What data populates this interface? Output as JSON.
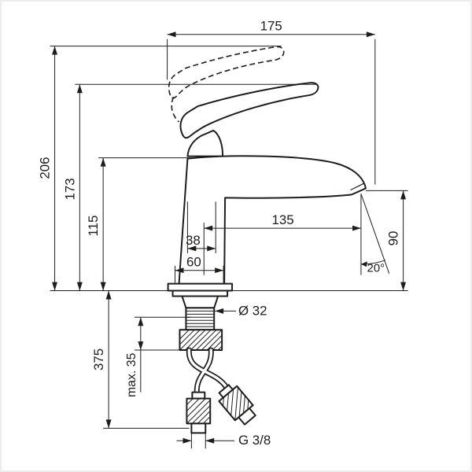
{
  "drawing": {
    "dims": {
      "d175": "175",
      "d206": "206",
      "d173": "173",
      "d115": "115",
      "d135": "135",
      "d38": "38",
      "d60": "60",
      "d90": "90",
      "a20": "20°",
      "dia32": "Ø 32",
      "d375": "375",
      "max35": "max. 35",
      "thread": "G 3/8"
    },
    "colors": {
      "line": "#1d1d1b",
      "background": "#ffffff"
    }
  }
}
